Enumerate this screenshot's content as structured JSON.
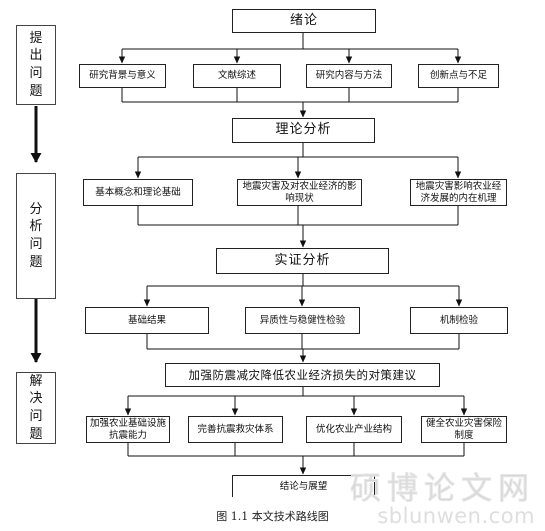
{
  "stages": [
    "提出问题",
    "分析问题",
    "解决问题"
  ],
  "nodes": {
    "intro": "绪论",
    "intro_items": [
      "研究背景与意义",
      "文献综述",
      "研究内容与方法",
      "创新点与不足"
    ],
    "theory": "理论分析",
    "theory_items": [
      "基本概念和理论基础",
      "地震灾害及对农业经济的影响现状",
      "地震灾害影响农业经济发展的内在机理"
    ],
    "empirical": "实证分析",
    "empirical_items": [
      "基础结果",
      "异质性与稳健性检验",
      "机制检验"
    ],
    "policy": "加强防震减灾降低农业经济损失的对策建议",
    "policy_items": [
      "加强农业基础设施抗震能力",
      "完善抗震救灾体系",
      "优化农业产业结构",
      "健全农业灾害保险制度"
    ],
    "conclusion": "结论与展望"
  },
  "caption": "图 1.1  本文技术路线图",
  "watermark": {
    "chinese": "硕博论文网",
    "site": "sblunwen.com"
  }
}
